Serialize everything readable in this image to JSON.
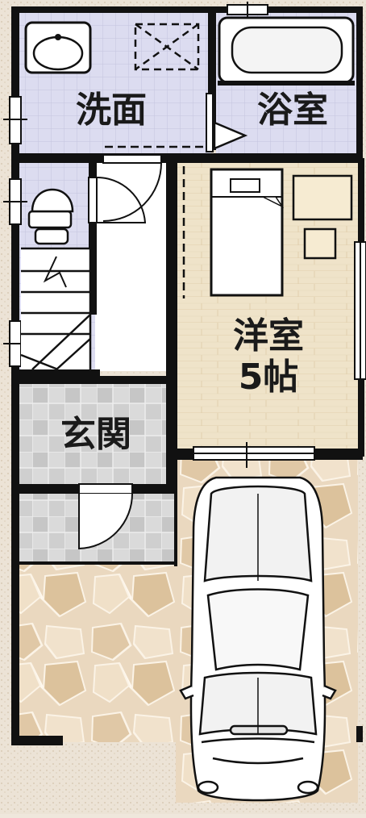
{
  "floor_plan": {
    "rooms": {
      "washroom": {
        "label": "洗面"
      },
      "bathroom": {
        "label": "浴室"
      },
      "western_room": {
        "label_line1": "洋室",
        "label_line2": "5帖"
      },
      "entrance": {
        "label": "玄関"
      }
    },
    "colors": {
      "wall": "#111111",
      "tile_blue": "#dcdcf0",
      "tile_grid": "#c4c4de",
      "wood_floor": "#efe3c9",
      "entrance_tile_light": "#dcdcdc",
      "entrance_tile_dark": "#c2c2c2",
      "paving": "#e8d3b8",
      "paving_dark": "#d9bf9d",
      "surround": "#efe7dc",
      "fixture_white": "#ffffff"
    }
  }
}
